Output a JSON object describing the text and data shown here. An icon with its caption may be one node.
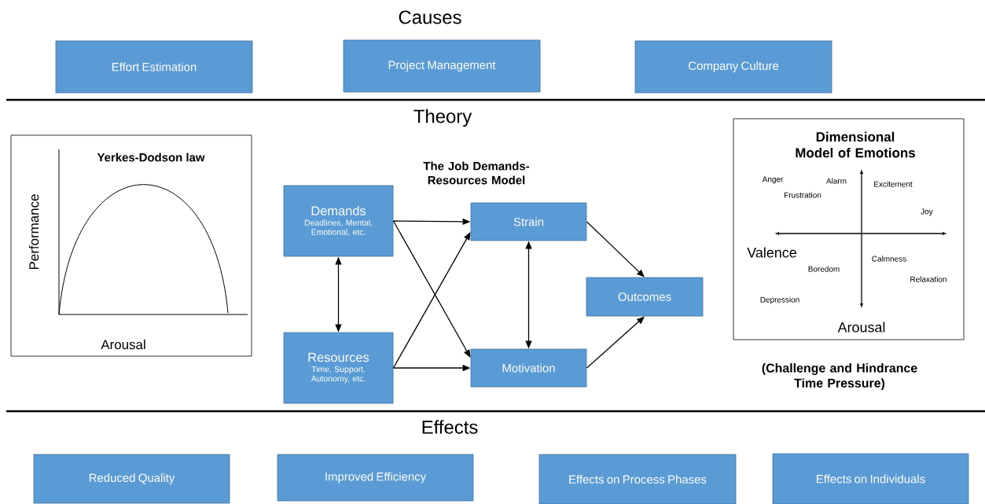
{
  "diagram": {
    "nodes": [
      {
        "text": [
          "Effort Estimation"
        ]
      },
      {
        "text": [
          "Project Management"
        ]
      },
      {
        "text": [
          "Company Culture"
        ]
      },
      {
        "text": [
          "Yerkes-Dodson law",
          "Performance",
          "Arousal"
        ]
      },
      {
        "text": [
          "Demands",
          "Deadlines, Mental, Emotional, etc."
        ]
      },
      {
        "text": [
          "Strain"
        ]
      },
      {
        "text": [
          "Outcomes"
        ]
      },
      {
        "text": [
          "Resources",
          "Time, Support, Autonomy, etc."
        ]
      },
      {
        "text": [
          "Motivation"
        ]
      },
      {
        "text": [
          "Dimensional Model of Emotions",
          "Anger",
          "Alarm",
          "Excitement",
          "Frustration",
          "Joy",
          "Valence",
          "Calmness",
          "Boredom",
          "Relaxation",
          "Depression",
          "Arousal"
        ]
      },
      {
        "text": [
          "Reduced Quality"
        ]
      },
      {
        "text": [
          "Improved Efficiency"
        ]
      },
      {
        "text": [
          "Effects on Process Phases"
        ]
      },
      {
        "text": [
          "Effects on Individuals"
        ]
      }
    ],
    "edges": [
      {
        "from": 4,
        "to": 7,
        "arrow": "both"
      },
      {
        "from": 4,
        "to": 5,
        "arrow": "to"
      },
      {
        "from": 4,
        "to": 8,
        "arrow": "to"
      },
      {
        "from": 7,
        "to": 5,
        "arrow": "to"
      },
      {
        "from": 7,
        "to": 8,
        "arrow": "to"
      },
      {
        "from": 5,
        "to": 8,
        "arrow": "both"
      },
      {
        "from": 5,
        "to": 6,
        "arrow": "to"
      },
      {
        "from": 8,
        "to": 6,
        "arrow": "to"
      }
    ],
    "labels": [
      "Causes",
      "Theory",
      "The Job Demands-Resources Model",
      "(Challenge and Hindrance Time Pressure)",
      "Effects"
    ]
  }
}
